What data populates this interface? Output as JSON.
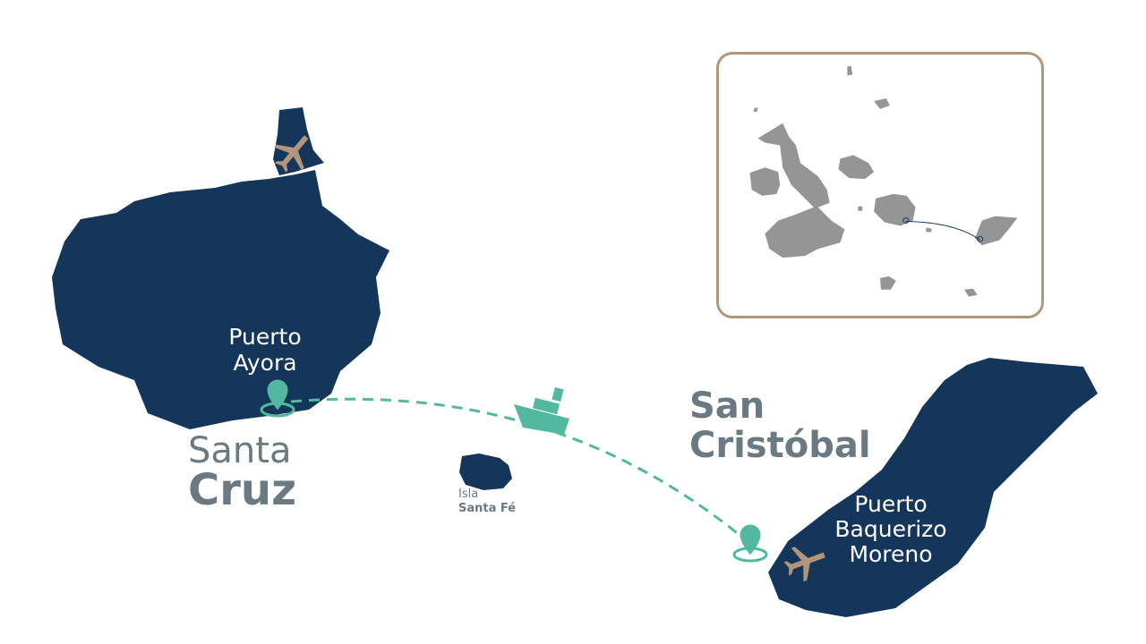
{
  "colors": {
    "island": "#14365a",
    "route": "#52b9a0",
    "airport": "#b3967a",
    "label": "#6b7a82",
    "inset_island": "#959595"
  },
  "places": {
    "santa_cruz": {
      "line1": "Santa",
      "line2": "Cruz"
    },
    "puerto_ayora": {
      "line1": "Puerto",
      "line2": "Ayora"
    },
    "san_cristobal": {
      "line1": "San",
      "line2": "Cristóbal"
    },
    "puerto_baquerizo": {
      "line1": "Puerto",
      "line2": "Baquerizo",
      "line3": "Moreno"
    },
    "santa_fe": {
      "line1": "Isla",
      "line2": "Santa Fé"
    }
  }
}
